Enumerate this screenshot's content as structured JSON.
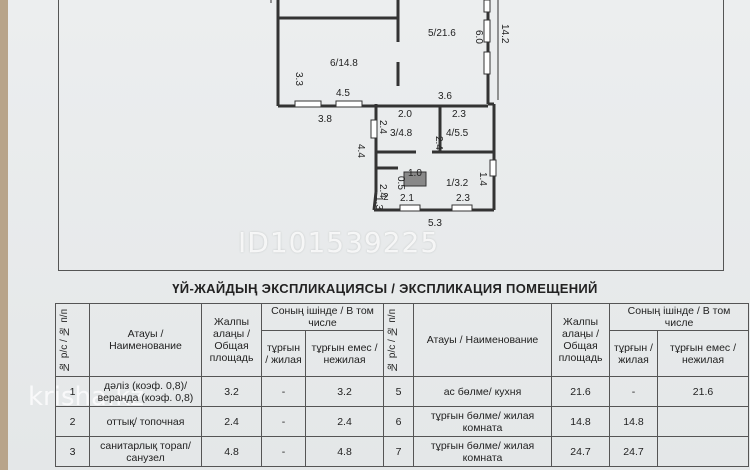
{
  "watermark": "ID101539225",
  "watermark_site": "krisha.kz",
  "plan": {
    "rooms": [
      {
        "label": "6/14.8"
      },
      {
        "label": "5/21.6"
      },
      {
        "label": "3/4.8"
      },
      {
        "label": "4/5.5"
      },
      {
        "label": "1/3.2"
      },
      {
        "label": "2"
      }
    ],
    "dims": [
      "3.3",
      "4.5",
      "3.8",
      "6.0",
      "14.2",
      "2.0",
      "3.6",
      "2.3",
      "2.4",
      "2.4",
      "4.4",
      "1.0",
      "0.5",
      "1.4",
      "2.1",
      "2.3",
      "5.3",
      "2.4",
      "1.3"
    ]
  },
  "table": {
    "title": "ҮЙ-ЖАЙДЫҢ ЭКСПЛИКАЦИЯСЫ / ЭКСПЛИКАЦИЯ ПОМЕЩЕНИЙ",
    "headers": {
      "num": "№ р/с / № п/п",
      "name": "Атауы / Наименование",
      "total": "Жалпы алаңы / Общая площадь",
      "incl": "Соның ішінде / В том числе",
      "living": "тұрғын / жилая",
      "nonliving": "тұрғын емес / нежилая"
    },
    "left_rows": [
      {
        "num": "1",
        "name": "дәліз (коэф. 0,8)/ веранда (коэф. 0,8)",
        "total": "3.2",
        "living": "-",
        "nonliving": "3.2"
      },
      {
        "num": "2",
        "name": "оттық/ топочная",
        "total": "2.4",
        "living": "-",
        "nonliving": "2.4"
      },
      {
        "num": "3",
        "name": "санитарлық торап/ санузел",
        "total": "4.8",
        "living": "-",
        "nonliving": "4.8"
      }
    ],
    "right_rows": [
      {
        "num": "5",
        "name": "ас бөлме/ кухня",
        "total": "21.6",
        "living": "-",
        "nonliving": "21.6"
      },
      {
        "num": "6",
        "name": "тұрғын бөлме/ жилая комната",
        "total": "14.8",
        "living": "14.8",
        "nonliving": ""
      },
      {
        "num": "7",
        "name": "тұрғын бөлме/ жилая комната",
        "total": "24.7",
        "living": "24.7",
        "nonliving": ""
      }
    ]
  }
}
